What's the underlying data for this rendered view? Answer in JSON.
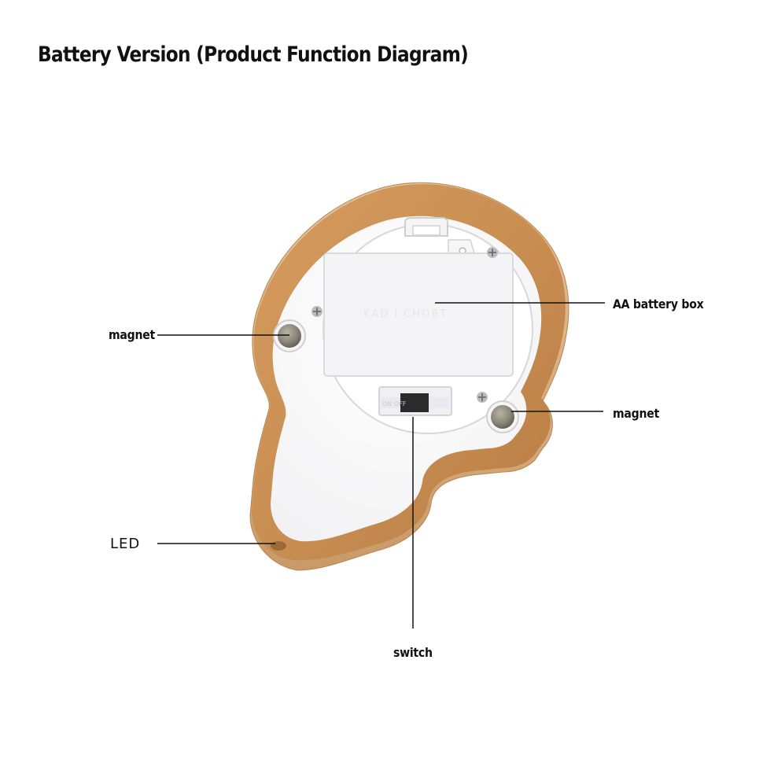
{
  "title": "Battery Version (Product Function Diagram)",
  "callouts": {
    "battery_box": "AA battery box",
    "magnet_left": "magnet",
    "magnet_right": "magnet",
    "led": "LED",
    "switch": "switch"
  },
  "battery_cover_text": "KAD  I  CHOBT",
  "switch_text": "ON  OFF",
  "colors": {
    "wood": "#c98e52",
    "wood_dark": "#a9703a",
    "plastic": "#ffffff",
    "magnet": "#8b8678",
    "line": "#111111"
  }
}
